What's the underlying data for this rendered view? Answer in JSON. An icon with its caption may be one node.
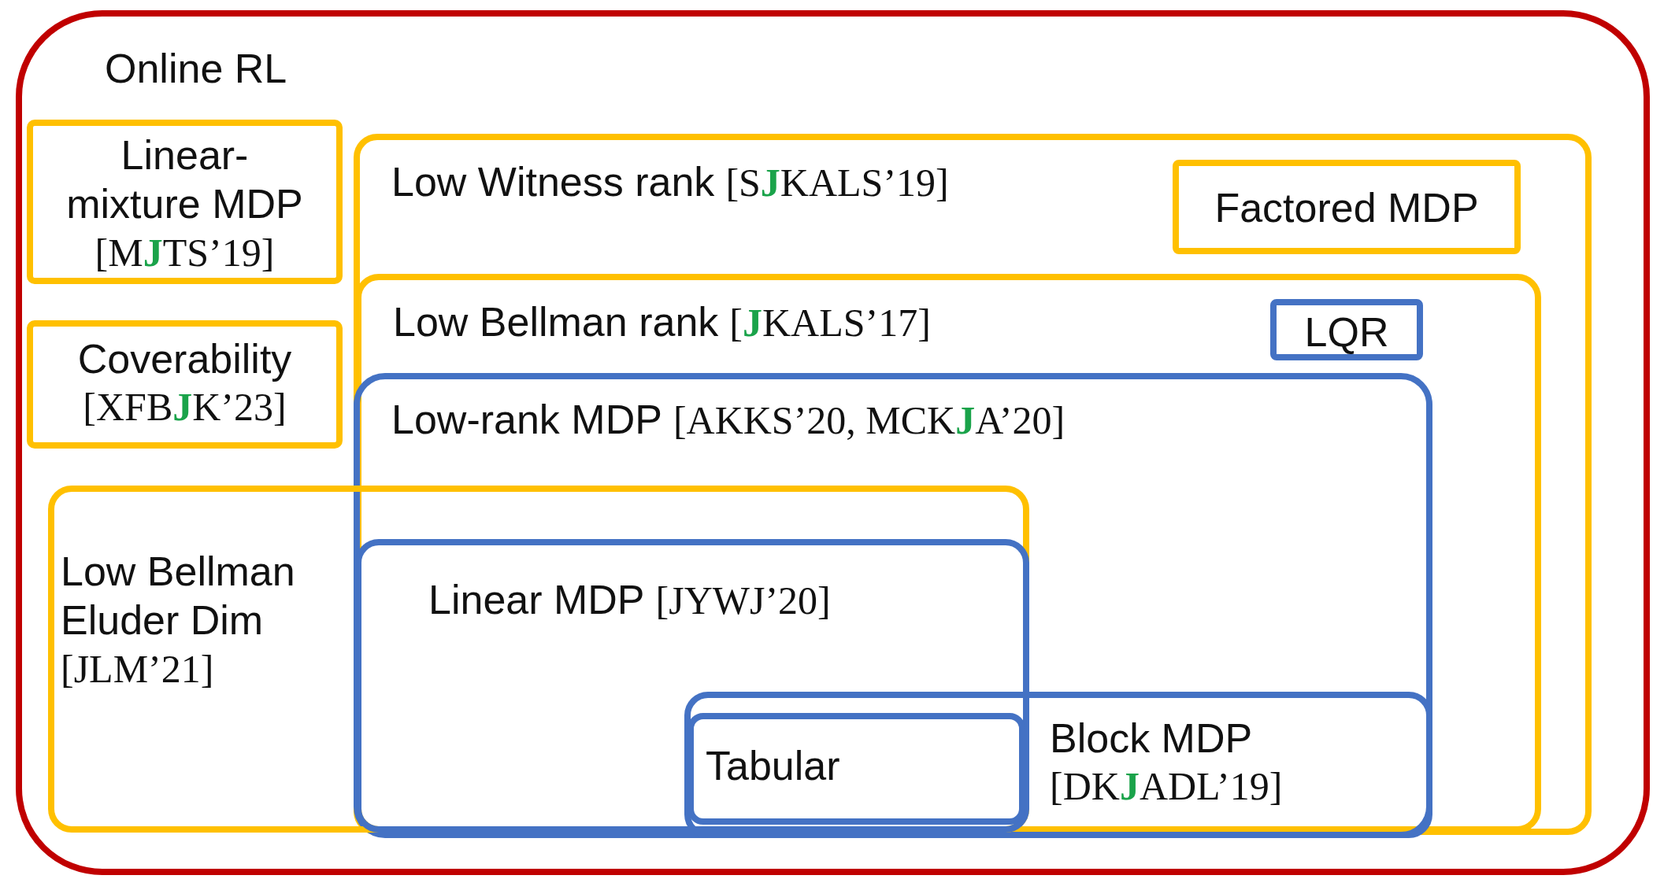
{
  "diagram": {
    "nodes": [
      {
        "text": [
          "Online RL"
        ]
      },
      {
        "text": [
          "Linear- mixture MDP",
          "[M**J**TS’19]"
        ],
        "in": 0
      },
      {
        "text": [
          "Coverability",
          "[XFB**J**K’23]"
        ],
        "in": 0
      },
      {
        "text": [
          "Low Witness rank",
          "[S**J**KALS’19]"
        ],
        "in": 0
      },
      {
        "text": [
          "Factored MDP"
        ],
        "in": 3
      },
      {
        "text": [
          "Low Bellman rank",
          "[**J**KALS’17]"
        ],
        "in": 3
      },
      {
        "text": [
          "LQR"
        ],
        "in": 5
      },
      {
        "text": [
          "Low-rank MDP",
          "[AKKS’20, MCK**J**A’20]"
        ],
        "in": 5
      },
      {
        "text": [
          "Low Bellman Eluder Dim",
          "[JLM’21]"
        ],
        "in": 0
      },
      {
        "text": [
          "Linear MDP",
          "[JYWJ’20]"
        ]
      },
      {
        "text": [
          "Block MDP",
          "[DK**J**ADL’19]"
        ],
        "in": 7
      },
      {
        "text": [
          "Tabular"
        ]
      }
    ],
    "edges": []
  }
}
